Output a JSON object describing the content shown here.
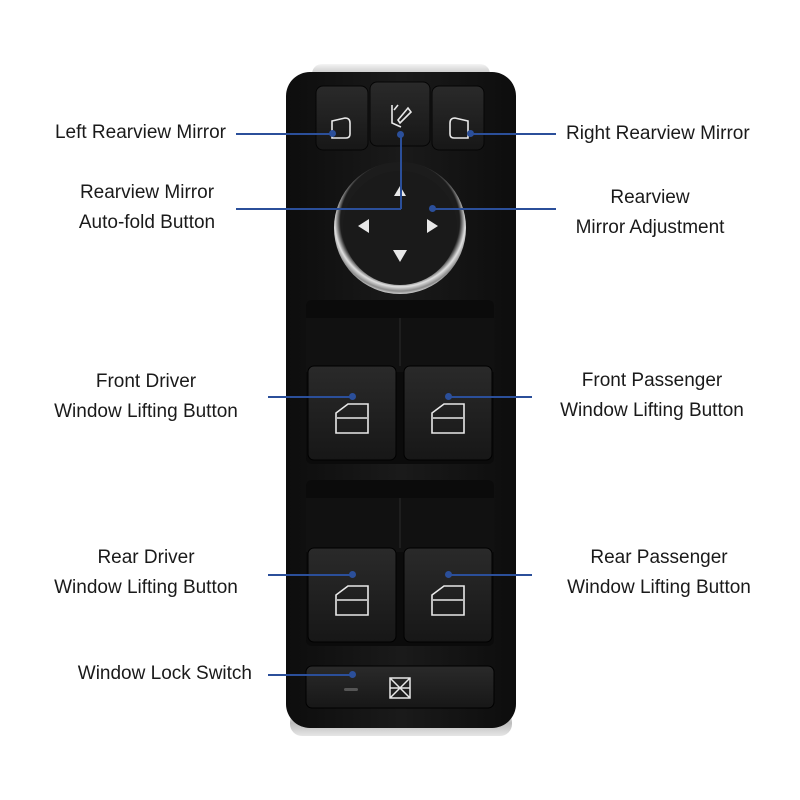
{
  "colors": {
    "leader": "#2b4f9a",
    "panel": "#141414",
    "button": "#1e1e1e",
    "chrome": "#d9d9d9",
    "icon": "#e8e8e8"
  },
  "labels": {
    "left_mirror": "Left Rearview Mirror",
    "right_mirror": "Right Rearview Mirror",
    "autofold": [
      "Rearview Mirror",
      "Auto-fold Button"
    ],
    "mirror_adjust": [
      "Rearview",
      "Mirror Adjustment"
    ],
    "front_driver": [
      "Front Driver",
      "Window Lifting Button"
    ],
    "front_passenger": [
      "Front Passenger",
      "Window Lifting Button"
    ],
    "rear_driver": [
      "Rear Driver",
      "Window Lifting Button"
    ],
    "rear_passenger": [
      "Rear Passenger",
      "Window Lifting Button"
    ],
    "window_lock": "Window Lock Switch"
  },
  "icons": {
    "left_mirror": "left-mirror-icon",
    "right_mirror": "right-mirror-icon",
    "autofold": "mirror-fold-icon",
    "window": "window-icon",
    "lock": "window-lock-icon",
    "arrows": "arrow-icons"
  }
}
